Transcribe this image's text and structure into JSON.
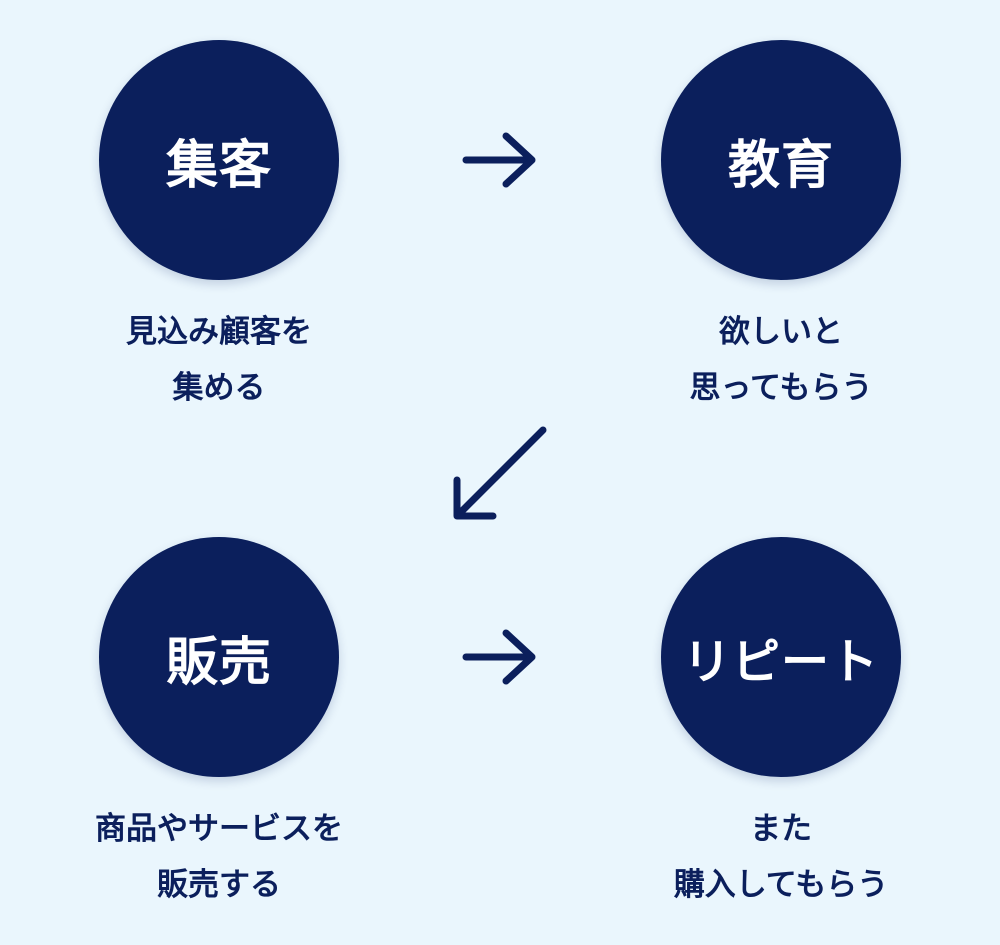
{
  "steps": [
    {
      "title": "集客",
      "caption_line1": "見込み顧客を",
      "caption_line2": "集める"
    },
    {
      "title": "教育",
      "caption_line1": "欲しいと",
      "caption_line2": "思ってもらう"
    },
    {
      "title": "販売",
      "caption_line1": "商品やサービスを",
      "caption_line2": "販売する"
    },
    {
      "title": "リピート",
      "caption_line1": "また",
      "caption_line2": "購入してもらう"
    }
  ],
  "colors": {
    "background": "#eaf6fd",
    "circle": "#0b1f5c",
    "circle_text": "#ffffff",
    "caption_text": "#0b1f5c"
  },
  "icons": [
    "arrow-right-icon",
    "arrow-down-left-icon",
    "arrow-right-icon"
  ]
}
